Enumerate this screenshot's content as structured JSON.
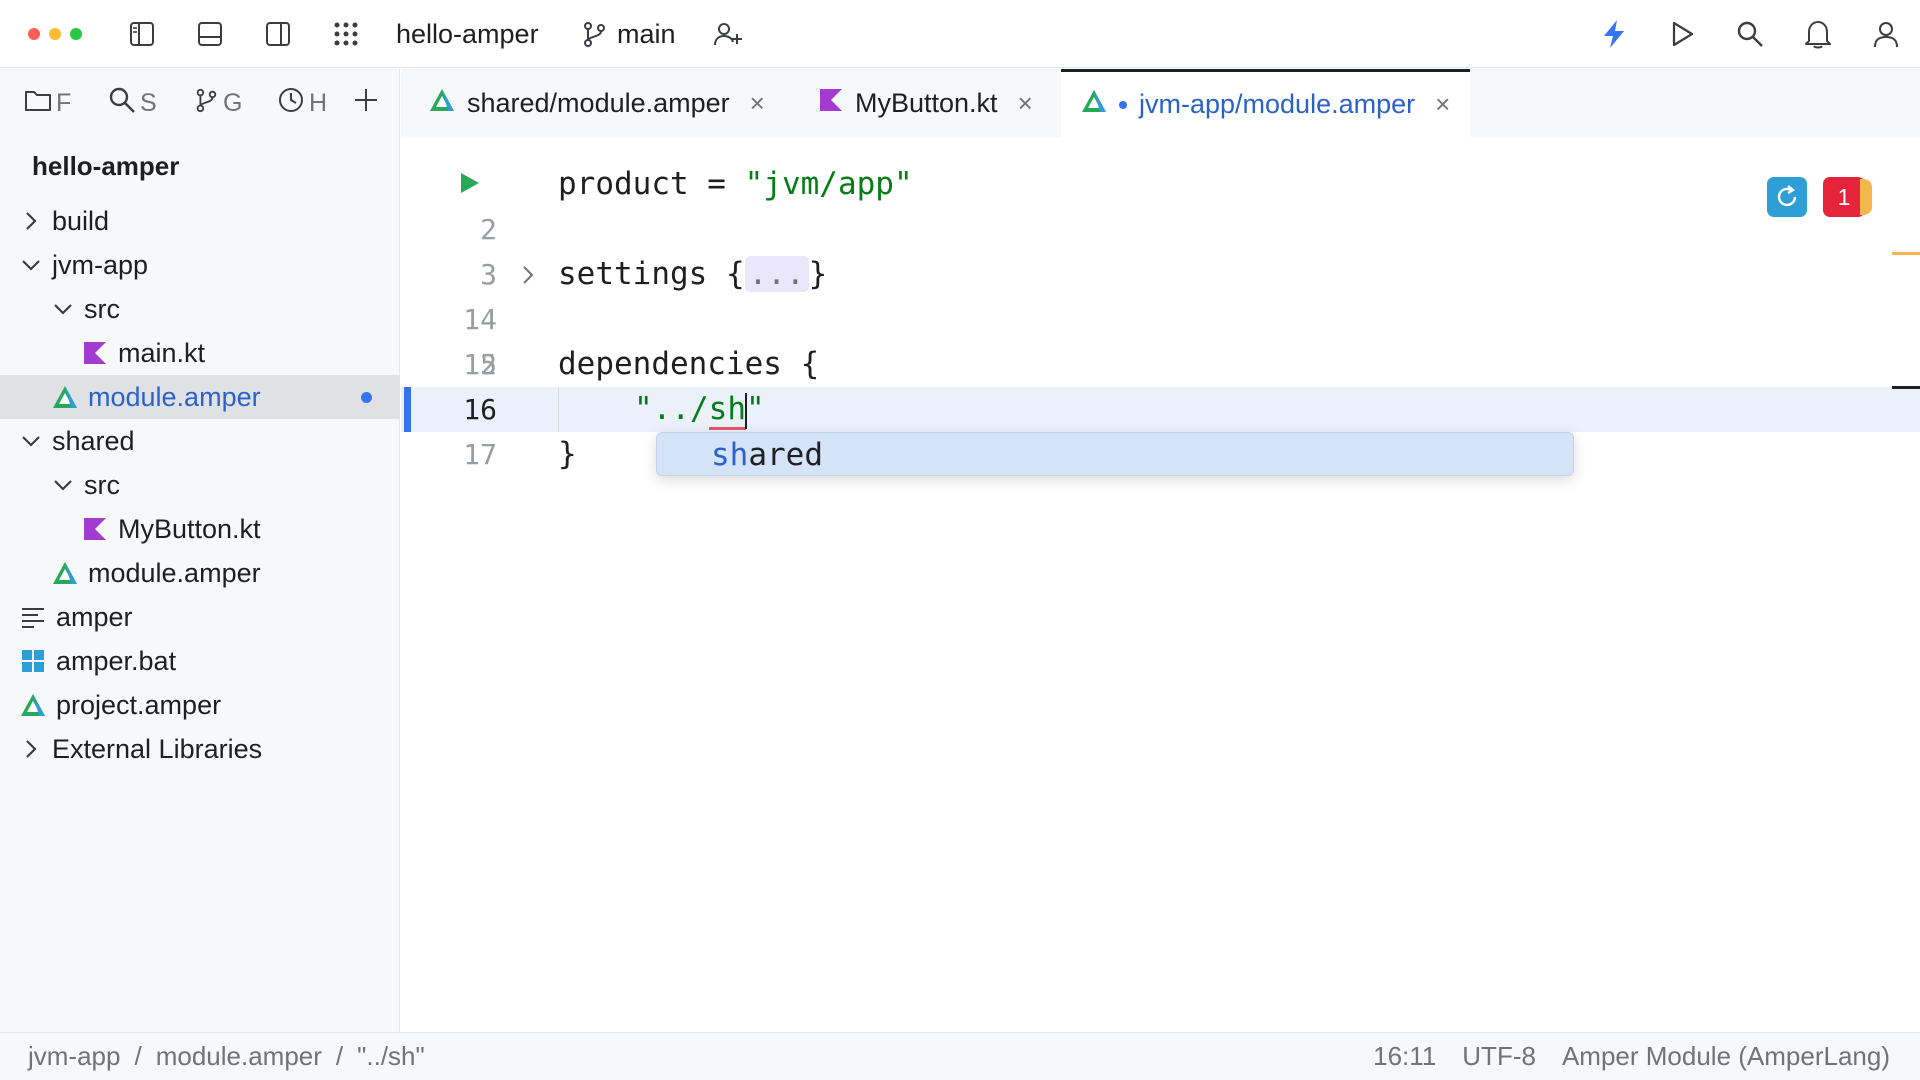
{
  "titlebar": {
    "project_name": "hello-amper",
    "branch": "main"
  },
  "toolstrip": {
    "items": [
      {
        "icon": "folder-icon",
        "label": "F"
      },
      {
        "icon": "search-icon",
        "label": "S"
      },
      {
        "icon": "git-branch-icon",
        "label": "G"
      },
      {
        "icon": "clock-icon",
        "label": "H"
      }
    ]
  },
  "tabs": [
    {
      "label": "shared/module.amper",
      "icon": "amper-file-icon",
      "active": false
    },
    {
      "label": "MyButton.kt",
      "icon": "kotlin-file-icon",
      "active": false
    },
    {
      "label": "jvm-app/module.amper",
      "icon": "amper-file-icon",
      "active": true,
      "modified": true
    }
  ],
  "project_tree": {
    "root": "hello-amper",
    "items": [
      {
        "label": "build",
        "type": "folder",
        "expanded": false
      },
      {
        "label": "jvm-app",
        "type": "folder",
        "expanded": true
      },
      {
        "label": "src",
        "type": "folder",
        "expanded": true
      },
      {
        "label": "main.kt",
        "type": "kotlin-file"
      },
      {
        "label": "module.amper",
        "type": "amper-file",
        "selected": true,
        "modified": true
      },
      {
        "label": "shared",
        "type": "folder",
        "expanded": true
      },
      {
        "label": "src",
        "type": "folder",
        "expanded": true
      },
      {
        "label": "MyButton.kt",
        "type": "kotlin-file"
      },
      {
        "label": "module.amper",
        "type": "amper-file"
      },
      {
        "label": "amper",
        "type": "text-file"
      },
      {
        "label": "amper.bat",
        "type": "windows-file"
      },
      {
        "label": "project.amper",
        "type": "amper-file"
      },
      {
        "label": "External Libraries",
        "type": "libraries",
        "expanded": false
      }
    ]
  },
  "editor": {
    "lines": [
      {
        "num": "",
        "has_run": true,
        "code_key": "product",
        "text": "product = "
      },
      {
        "num": "2"
      },
      {
        "num": "3",
        "foldable": true
      },
      {
        "num": "14"
      },
      {
        "num": "15"
      },
      {
        "num": "16",
        "current": true
      },
      {
        "num": "17"
      }
    ],
    "line1_key": "product = ",
    "line1_value": "\"jvm/app\"",
    "line3_key": "settings {",
    "line3_folded": "...",
    "line3_end": "}",
    "line15_text": "dependencies {",
    "line16_prefix": "\"../",
    "line16_typed": "sh",
    "line16_suffix": "\"",
    "line17_text": "}",
    "completion": {
      "match": "sh",
      "rest": "ared"
    },
    "error_count": "1"
  },
  "statusbar": {
    "breadcrumbs": [
      "jvm-app",
      "module.amper",
      "\"../sh\""
    ],
    "separator": "/",
    "position": "16:11",
    "encoding": "UTF-8",
    "file_type": "Amper Module (AmperLang)"
  },
  "colors": {
    "accent": "#3574f0",
    "string": "#067d17",
    "error": "#e5243b",
    "kotlin": "#a33bd1",
    "amper": "#26a95a"
  }
}
